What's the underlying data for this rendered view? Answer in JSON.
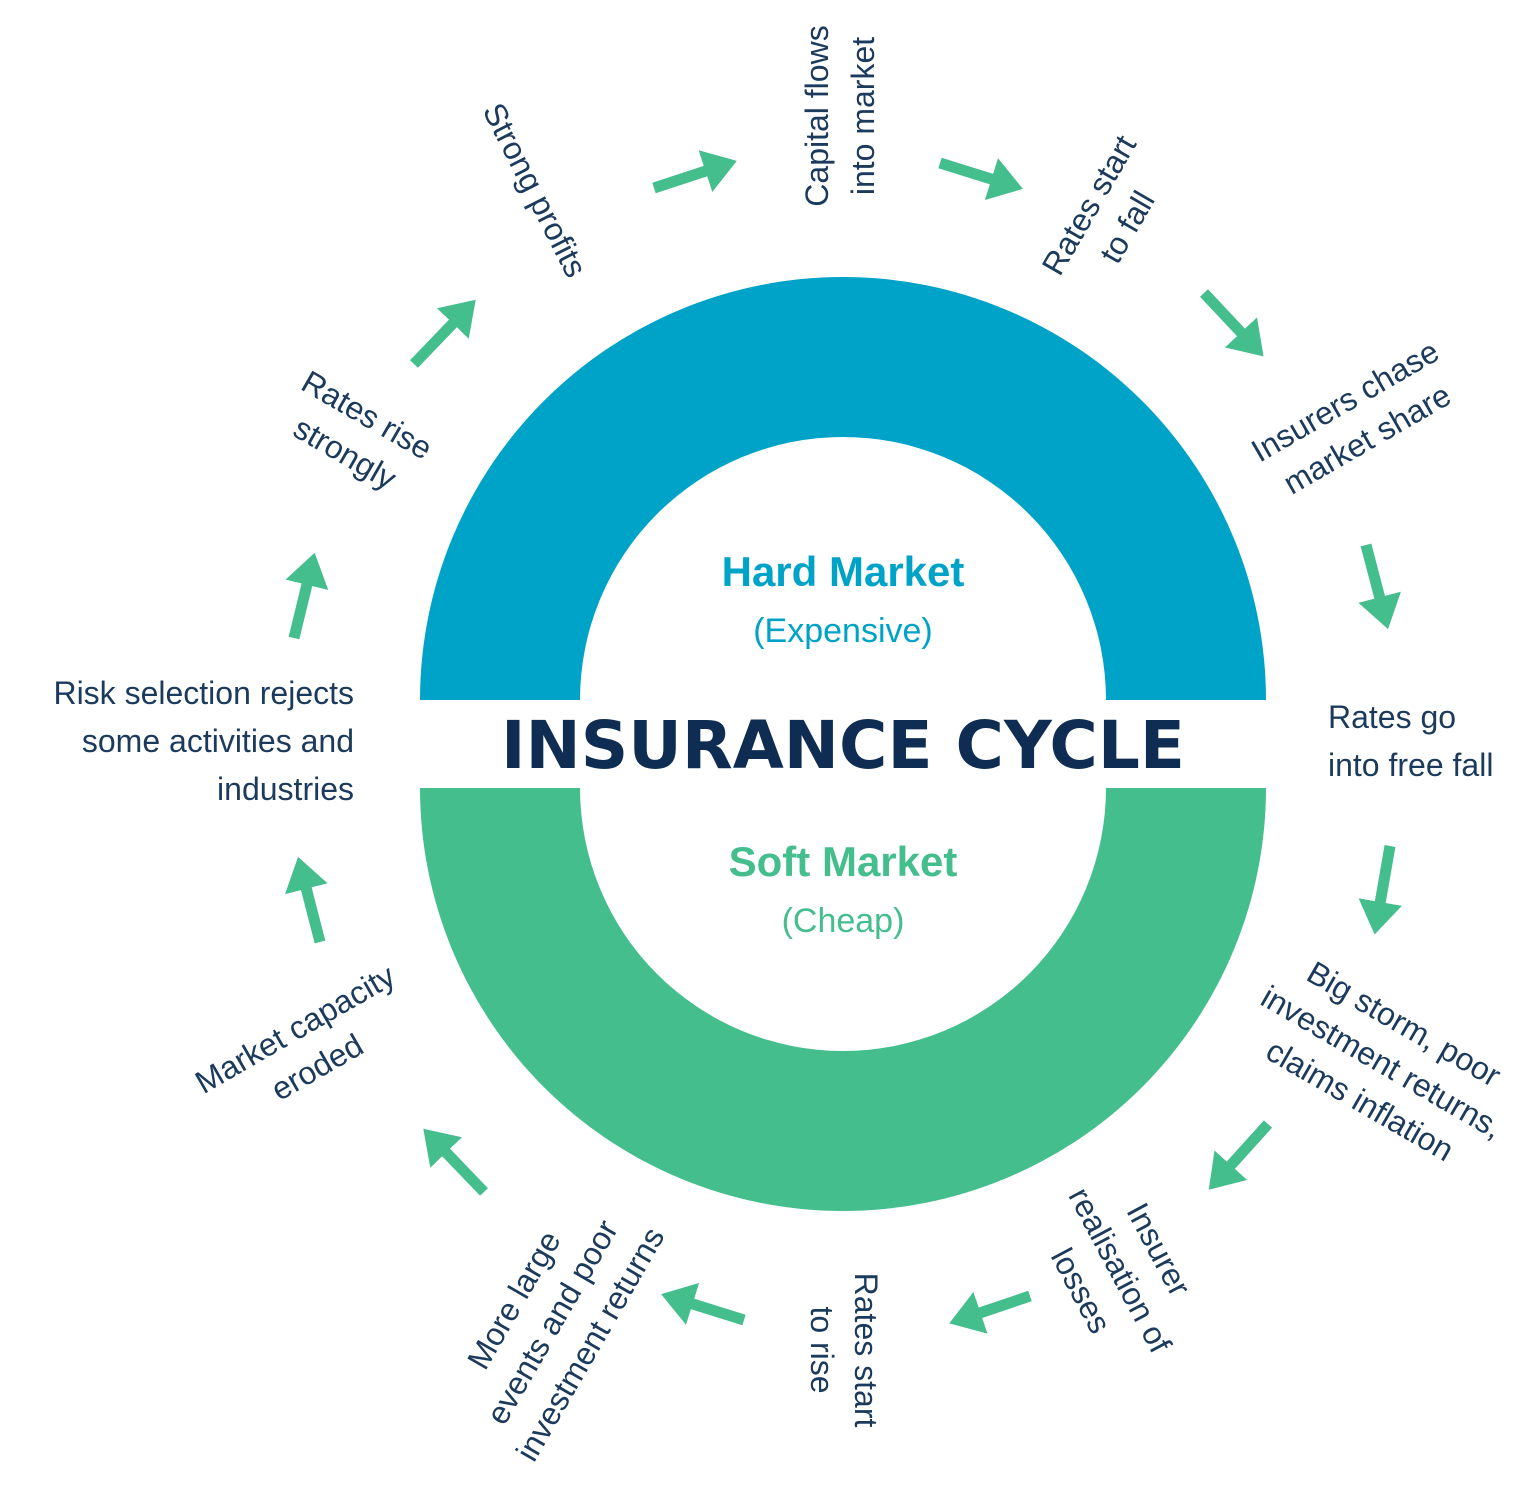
{
  "title": "INSURANCE CYCLE",
  "hard_market": {
    "title": "Hard Market",
    "subtitle": "(Expensive)",
    "color": "#00A3C8"
  },
  "soft_market": {
    "title": "Soft Market",
    "subtitle": "(Cheap)",
    "color": "#45BE8E"
  },
  "colors": {
    "text": "#1B3A5C",
    "arrow": "#45BE8E",
    "title": "#0F2D52"
  },
  "steps": [
    {
      "id": "strong-profits",
      "lines": [
        "Strong profits"
      ]
    },
    {
      "id": "capital-flows",
      "lines": [
        "Capital flows",
        "into market"
      ]
    },
    {
      "id": "rates-start-fall",
      "lines": [
        "Rates start",
        "to fall"
      ]
    },
    {
      "id": "insurers-chase",
      "lines": [
        "Insurers chase",
        "market share"
      ]
    },
    {
      "id": "rates-free-fall",
      "lines": [
        "Rates go",
        "into free fall"
      ]
    },
    {
      "id": "big-storm",
      "lines": [
        "Big storm, poor",
        "investment returns,",
        "claims inflation"
      ]
    },
    {
      "id": "insurer-realisation",
      "lines": [
        "Insurer",
        "realisation of",
        "losses"
      ]
    },
    {
      "id": "rates-start-rise",
      "lines": [
        "Rates start",
        "to rise"
      ]
    },
    {
      "id": "more-large-events",
      "lines": [
        "More large",
        "events and poor",
        "investment returns"
      ]
    },
    {
      "id": "market-capacity",
      "lines": [
        "Market capacity",
        "eroded"
      ]
    },
    {
      "id": "risk-selection",
      "lines": [
        "Risk selection rejects",
        "some activities and",
        "industries"
      ]
    },
    {
      "id": "rates-rise",
      "lines": [
        "Rates rise",
        "strongly"
      ]
    }
  ]
}
